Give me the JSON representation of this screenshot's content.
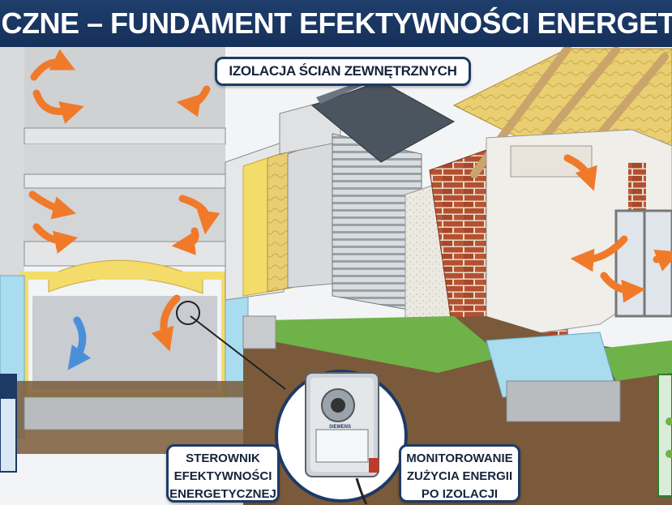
{
  "banner": {
    "title": "ICZNE – FUNDAMENT EFEKTYWNOŚCI ENERGETYCZ"
  },
  "labels": {
    "wall_insulation": "IZOLACJA ŚCIAN ZEWNĘTRZNYCH",
    "controller": [
      "STEROWNIK",
      "EFEKTYWNOŚCI",
      "ENERGETYCZNEJ"
    ],
    "monitoring": [
      "MONITOROWANIE",
      "ZUŻYCIA ENERGII",
      "PO IZOLACJI"
    ]
  },
  "device": {
    "brand": "SIEMENS"
  },
  "colors": {
    "banner": "#1d3a66",
    "arrow": "#f07a2a",
    "cool_arrow": "#4a90d9",
    "insulation": "#f3dc6a",
    "brick": "#b4502f",
    "foundation_insulation": "#a9dcef",
    "grass": "#6fb24a",
    "soil": "#7a5a3a"
  }
}
